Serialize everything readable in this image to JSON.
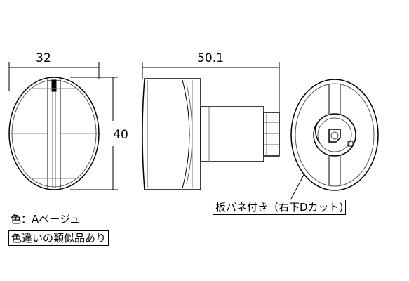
{
  "dimensions": {
    "width": "32",
    "depth": "50.1",
    "height": "40"
  },
  "notes": {
    "color": "色：Aベージュ",
    "similar_colors": "色違いの類似品あり",
    "leaf_spring": "板バネ付き（右下Dカット)"
  },
  "colors": {
    "line": "#000000",
    "background": "#ffffff"
  }
}
